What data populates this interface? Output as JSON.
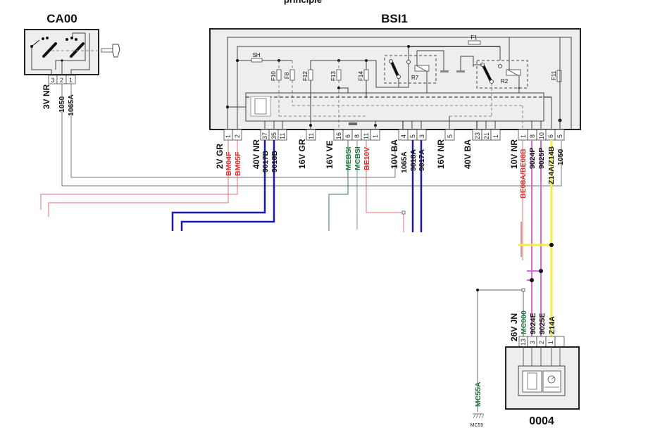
{
  "header": {
    "title": "principle"
  },
  "components": {
    "ca00": {
      "name": "CA00",
      "pins": [
        "3",
        "2",
        "1"
      ],
      "harness": "3V NR",
      "wires": [
        "1050",
        "1065A"
      ]
    },
    "bsi1": {
      "name": "BSI1",
      "internal_labels": {
        "sh": "SH",
        "f10": "F10",
        "f8": "F8",
        "f12": "F12",
        "f13": "F13",
        "f14": "F14",
        "f1": "F1",
        "f11": "F11",
        "r7": "R7",
        "r2": "R2"
      },
      "connectors": [
        {
          "harness": "2V GR",
          "pins": [
            "1",
            "2"
          ],
          "wires": [
            {
              "label": "BM04F",
              "color": "#e03030"
            },
            {
              "label": "BM05F",
              "color": "#e03030"
            }
          ]
        },
        {
          "harness": "40V NR",
          "pins": [
            "37",
            "35",
            "11"
          ],
          "wires": [
            {
              "label": "9017B",
              "color": "#111111"
            },
            {
              "label": "9018B",
              "color": "#111111"
            }
          ]
        },
        {
          "harness": "16V GR",
          "pins": [
            "11"
          ],
          "wires": []
        },
        {
          "harness": "16V VE",
          "pins": [
            "16",
            "6",
            "8",
            "11",
            "1"
          ],
          "wires": [
            {
              "label": "MEBSI",
              "color": "#1f7a3d"
            },
            {
              "label": "MCBSI",
              "color": "#1f7a3d"
            },
            {
              "label": "BE10V",
              "color": "#e03030"
            }
          ]
        },
        {
          "harness": "10V BA",
          "pins": [
            "4",
            "5",
            "3"
          ],
          "wires": [
            {
              "label": "1065A",
              "color": "#111111"
            },
            {
              "label": "9018A",
              "color": "#111111"
            },
            {
              "label": "9017A",
              "color": "#111111"
            }
          ]
        },
        {
          "harness": "16V NR",
          "pins": [
            "5"
          ],
          "wires": []
        },
        {
          "harness": "40V BA",
          "pins": [
            "23",
            "21",
            "1"
          ],
          "wires": []
        },
        {
          "harness": "10V NR",
          "pins": [
            "1",
            "8",
            "10",
            "6",
            "5"
          ],
          "wires": [
            {
              "label": "BE08A/BE08B",
              "color": "#e03030"
            },
            {
              "label": "9024P",
              "color": "#111111"
            },
            {
              "label": "9025P",
              "color": "#111111"
            },
            {
              "label": "Z14A/Z14B",
              "color": "#111111"
            },
            {
              "label": "1050",
              "color": "#111111"
            }
          ]
        }
      ]
    },
    "c0004": {
      "name": "0004",
      "harness": "26V JN",
      "pins": [
        "13",
        "3",
        "2",
        "1"
      ],
      "wires": [
        {
          "label": "MC000",
          "color": "#1f7a3d"
        },
        {
          "label": "9024E",
          "color": "#111111"
        },
        {
          "label": "9025E",
          "color": "#111111"
        },
        {
          "label": "Z14A",
          "color": "#111111"
        }
      ]
    },
    "ground": {
      "wire": "MC55A",
      "name": "MC55"
    }
  },
  "colors": {
    "wire_red": "#e05a5a",
    "wire_blue": "#1a1aa8",
    "wire_green": "#3a7a5a",
    "wire_pink": "#d96ad9",
    "wire_yellow": "#f2ef3a",
    "wire_gray": "#888888"
  }
}
